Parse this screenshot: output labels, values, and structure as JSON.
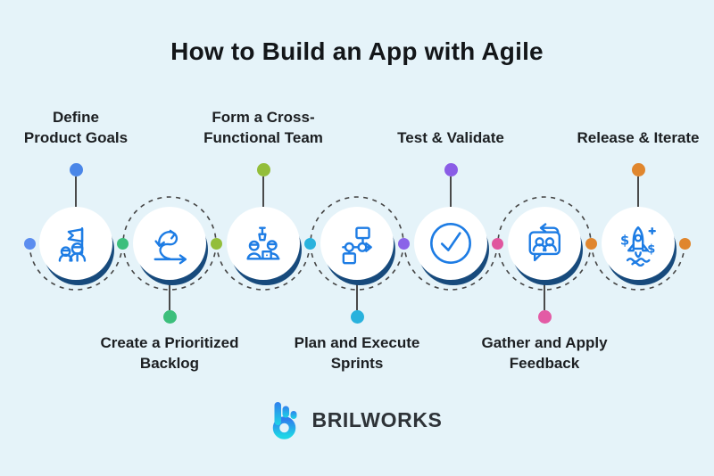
{
  "title": "How to Build an App with Agile",
  "colors": {
    "background": "#e5f3f9",
    "icon_blue": "#1d7ce4",
    "circle_shadow": "#174a7c",
    "timeline_dash": "#454545",
    "stem_line": "#4a4a4a",
    "text_dark": "#1c1f22"
  },
  "steps": [
    {
      "label": "Define Product Goals",
      "lines": [
        "Define",
        "Product Goals"
      ],
      "position": "top",
      "dot_color": "#4a86e8",
      "icon": "team-goal-icon"
    },
    {
      "label": "Create a Prioritized Backlog",
      "lines": [
        "Create a Prioritized",
        "Backlog"
      ],
      "position": "bottom",
      "dot_color": "#3cbf7c",
      "icon": "sprint-loop-icon"
    },
    {
      "label": "Form a Cross-Functional Team",
      "lines": [
        "Form a Cross-",
        "Functional Team"
      ],
      "position": "top",
      "dot_color": "#93be3a",
      "icon": "team-desk-icon"
    },
    {
      "label": "Plan and Execute Sprints",
      "lines": [
        "Plan and Execute",
        "Sprints"
      ],
      "position": "bottom",
      "dot_color": "#29b2dd",
      "icon": "flowchart-icon"
    },
    {
      "label": "Test & Validate",
      "lines": [
        "Test & Validate"
      ],
      "position": "top",
      "dot_color": "#8a5ce6",
      "icon": "check-circle-icon"
    },
    {
      "label": "Gather and Apply Feedback",
      "lines": [
        "Gather and Apply",
        "Feedback"
      ],
      "position": "bottom",
      "dot_color": "#e35ba5",
      "icon": "feedback-chat-icon"
    },
    {
      "label": "Release & Iterate",
      "lines": [
        "Release & Iterate"
      ],
      "position": "top",
      "dot_color": "#e0862e",
      "icon": "rocket-icon"
    }
  ],
  "timeline": {
    "dots": [
      {
        "color": "#5b8def"
      },
      {
        "color": "#3cbf7c"
      },
      {
        "color": "#93be3a"
      },
      {
        "color": "#29b2dd"
      },
      {
        "color": "#8a63e8"
      },
      {
        "color": "#e0569e"
      },
      {
        "color": "#e0862e"
      },
      {
        "color": "#e0862e"
      }
    ]
  },
  "logo": {
    "text": "BRILWORKS",
    "gradient_top": "#2f80ed",
    "gradient_bottom": "#1fd4e6"
  }
}
